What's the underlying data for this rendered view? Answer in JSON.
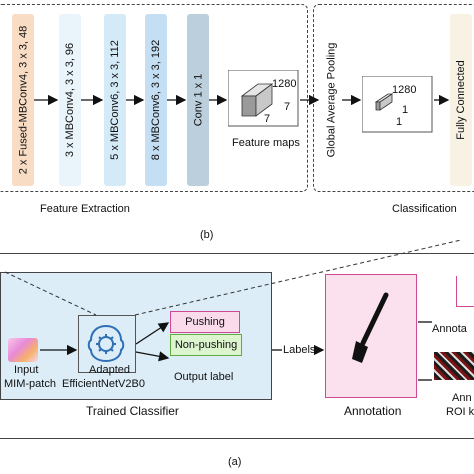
{
  "top_diagram": {
    "blocks": [
      {
        "label": "2 x Fused-MBConv4, 3 x 3, 48",
        "color": "#f9dcc4"
      },
      {
        "label": "3 x MBConv4, 3 x 3, 96",
        "color": "#eaf5fb"
      },
      {
        "label": "5 x MBConv6, 3 x 3, 112",
        "color": "#d4eaf7"
      },
      {
        "label": "8 x MBConv6, 3 x 3, 192",
        "color": "#c4def3"
      },
      {
        "label": "Conv 1 x 1",
        "color": "#bccfdc"
      }
    ],
    "feature_maps_label": "Feature maps",
    "feature_cube": {
      "depth": "1280",
      "height": "7",
      "width": "7"
    },
    "gap_label": "Global Average Pooling",
    "gap_cube": {
      "depth": "1280",
      "height": "1",
      "width": "1"
    },
    "fc_label": "Fully Connected",
    "feature_extraction_label": "Feature Extraction",
    "classification_label": "Classification",
    "panel_label": "(b)"
  },
  "bottom_diagram": {
    "input_label_line1": "Input",
    "input_label_line2": "MIM-patch",
    "model_label_line1": "Adapted",
    "model_label_line2": "EfficientNetV2B0",
    "pushing_label": "Pushing",
    "non_pushing_label": "Non-pushing",
    "output_label": "Output label",
    "trained_classifier_label": "Trained Classifier",
    "labels_arrow_text": "Labels",
    "annotation_label": "Annotation",
    "annot_right_1": "Annota",
    "annot_right_2_line1": "Ann",
    "annot_right_2_line2": "ROI k",
    "panel_label": "(a)",
    "colors": {
      "classifier_bg": "#dcedf7",
      "pushing_bg": "#fadbeb",
      "pushing_border": "#d04a93",
      "non_pushing_bg": "#dcf5cf",
      "non_pushing_border": "#5fae3c",
      "annotation_bg": "#fbe0ee",
      "annotation_border": "#d04a93"
    }
  }
}
